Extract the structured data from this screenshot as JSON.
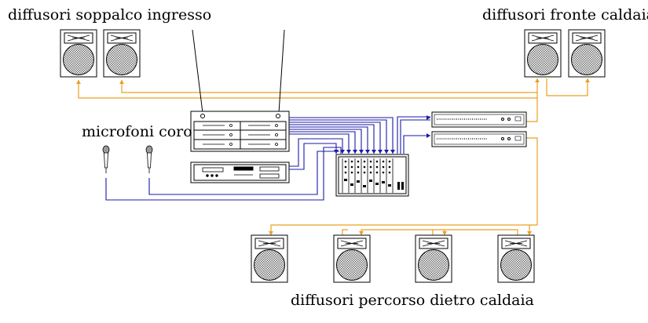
{
  "labels": {
    "entrance_speakers": "diffusori soppalco ingresso",
    "boiler_front_speakers": "diffusori fronte caldaia",
    "choir_mics": "microfoni coro",
    "boiler_path_speakers": "diffusori percorso dietro caldaia"
  },
  "colors": {
    "audio_link": "#1a1aa8",
    "speaker_cable": "#e8a020",
    "outline": "#000000",
    "speaker_mesh": "#808080"
  },
  "icons": {
    "speaker": "loudspeaker-cabinet-icon",
    "microphone": "handheld-microphone-icon",
    "receiver": "wireless-receiver-rack-icon",
    "player": "cd-tape-player-icon",
    "mixer": "mixing-console-icon",
    "amplifier": "power-amplifier-icon"
  }
}
